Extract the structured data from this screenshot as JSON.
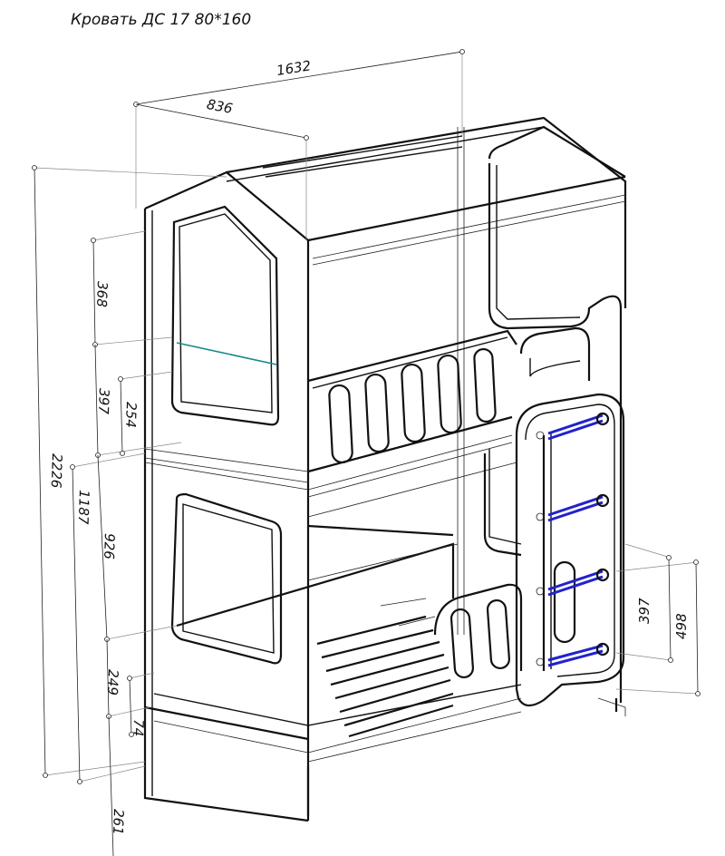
{
  "title": "Кровать ДС 17 80*160",
  "dimensions": {
    "d1632": "1632",
    "d836": "836",
    "d2226": "2226",
    "d368": "368",
    "d397_top": "397",
    "d254": "254",
    "d1187": "1187",
    "d926": "926",
    "d249": "249",
    "d74": "74",
    "d261": "261",
    "d397_ladder": "397",
    "d498": "498"
  },
  "colors": {
    "line": "#111111",
    "ladder_rung": "#2222cc",
    "guard_rail": "#1b8a8a"
  }
}
